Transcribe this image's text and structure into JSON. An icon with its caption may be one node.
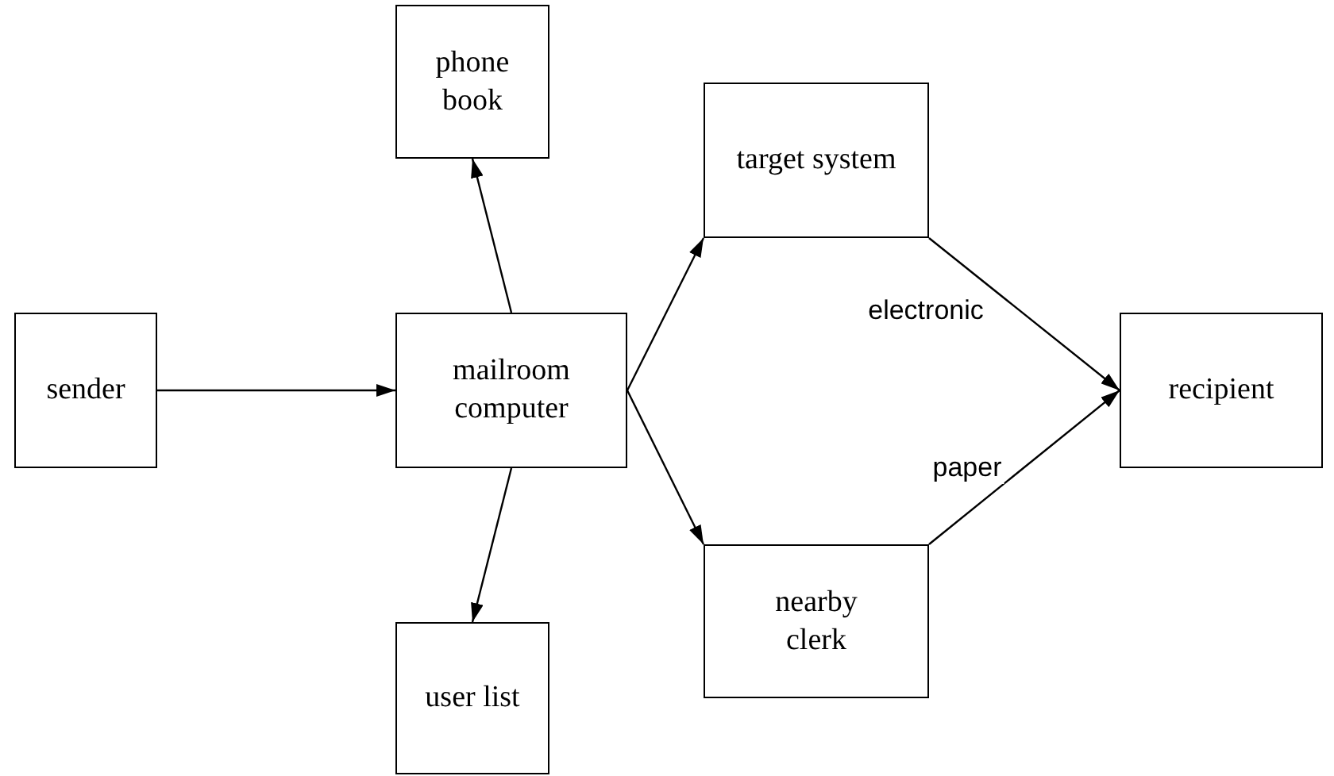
{
  "diagram": {
    "nodes": [
      {
        "text": [
          "sender"
        ]
      },
      {
        "text": [
          "mailroom computer"
        ]
      },
      {
        "text": [
          "phone book"
        ]
      },
      {
        "text": [
          "user list"
        ]
      },
      {
        "text": [
          "target system"
        ]
      },
      {
        "text": [
          "nearby clerk"
        ]
      },
      {
        "text": [
          "recipient"
        ]
      }
    ],
    "edges": [
      {
        "from": 0,
        "to": 1,
        "arrow": "to"
      },
      {
        "from": 1,
        "to": 2,
        "arrow": "to"
      },
      {
        "from": 1,
        "to": 3,
        "arrow": "to"
      },
      {
        "from": 1,
        "to": 4,
        "arrow": "to"
      },
      {
        "from": 1,
        "to": 5,
        "arrow": "to"
      },
      {
        "from": 4,
        "to": 6,
        "label": "electronic",
        "arrow": "to"
      },
      {
        "from": 5,
        "to": 6,
        "label": "paper",
        "arrow": "to"
      }
    ]
  }
}
